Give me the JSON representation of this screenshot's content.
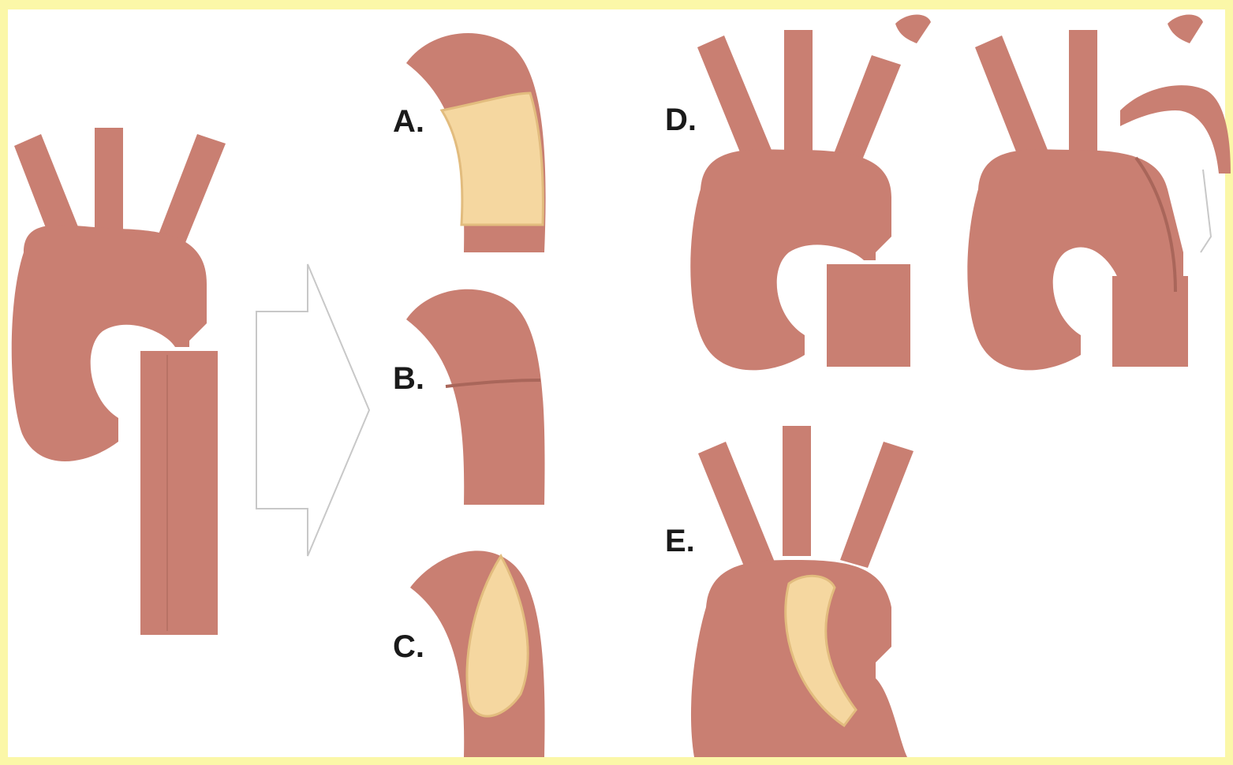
{
  "labels": {
    "a": "A.",
    "b": "B.",
    "c": "C.",
    "d": "D.",
    "e": "E."
  },
  "colors": {
    "border": "#fbf7a8",
    "tissue": "#c97f72",
    "tissue_dark": "#a9665a",
    "graft": "#f5d7a0",
    "graft_edge": "#e2bc7e",
    "arrow_stroke": "#c8c8c8"
  }
}
